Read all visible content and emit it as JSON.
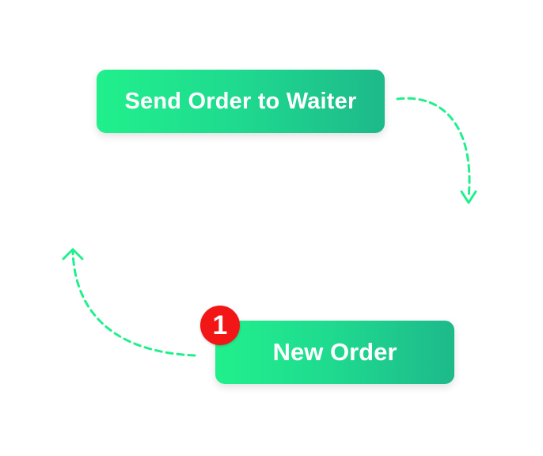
{
  "diagram": {
    "title": "Order flow cycle",
    "nodes": [
      {
        "id": "send",
        "label": "Send Order to Waiter"
      },
      {
        "id": "new",
        "label": "New Order",
        "badge": "1"
      }
    ],
    "edges": [
      {
        "from": "send",
        "to": "new",
        "style": "dashed"
      },
      {
        "from": "new",
        "to": "send",
        "style": "dashed"
      }
    ],
    "colors": {
      "accent_start": "#20f08c",
      "accent_end": "#1db98a",
      "badge": "#f21616",
      "arrow": "#20f08c"
    }
  }
}
